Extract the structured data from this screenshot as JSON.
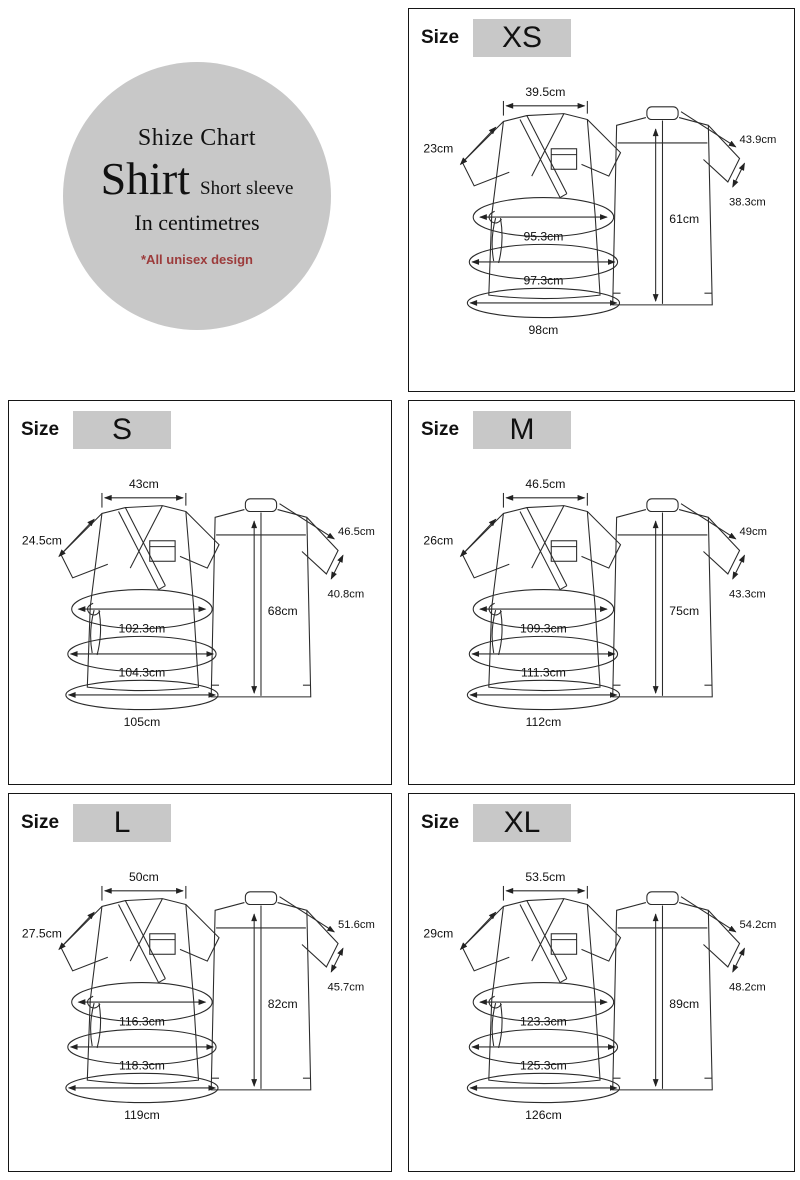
{
  "logo": {
    "title": "Shize Chart",
    "product_name": "Shirt",
    "product_variant": "Short sleeve",
    "unit_note": "In centimetres",
    "design_note": "*All unisex design"
  },
  "colors": {
    "panel_border": "#161616",
    "size_highlight": "#c8c8c8",
    "logo_circle": "#c8c8c8",
    "note_red": "#9c3b3b",
    "line_color": "#2b2b2b"
  },
  "panels": [
    {
      "size_word": "Size",
      "size": "XS",
      "measurements": {
        "shoulder_width": "39.5cm",
        "sleeve_length": "23cm",
        "back_shoulder": "43.9cm",
        "sleeve_opening": "38.3cm",
        "chest": "95.3cm",
        "body_length": "61cm",
        "waist": "97.3cm",
        "hem": "98cm"
      }
    },
    {
      "size_word": "Size",
      "size": "S",
      "measurements": {
        "shoulder_width": "43cm",
        "sleeve_length": "24.5cm",
        "back_shoulder": "46.5cm",
        "sleeve_opening": "40.8cm",
        "chest": "102.3cm",
        "body_length": "68cm",
        "waist": "104.3cm",
        "hem": "105cm"
      }
    },
    {
      "size_word": "Size",
      "size": "M",
      "measurements": {
        "shoulder_width": "46.5cm",
        "sleeve_length": "26cm",
        "back_shoulder": "49cm",
        "sleeve_opening": "43.3cm",
        "chest": "109.3cm",
        "body_length": "75cm",
        "waist": "111.3cm",
        "hem": "112cm"
      }
    },
    {
      "size_word": "Size",
      "size": "L",
      "measurements": {
        "shoulder_width": "50cm",
        "sleeve_length": "27.5cm",
        "back_shoulder": "51.6cm",
        "sleeve_opening": "45.7cm",
        "chest": "116.3cm",
        "body_length": "82cm",
        "waist": "118.3cm",
        "hem": "119cm"
      }
    },
    {
      "size_word": "Size",
      "size": "XL",
      "measurements": {
        "shoulder_width": "53.5cm",
        "sleeve_length": "29cm",
        "back_shoulder": "54.2cm",
        "sleeve_opening": "48.2cm",
        "chest": "123.3cm",
        "body_length": "89cm",
        "waist": "125.3cm",
        "hem": "126cm"
      }
    }
  ]
}
